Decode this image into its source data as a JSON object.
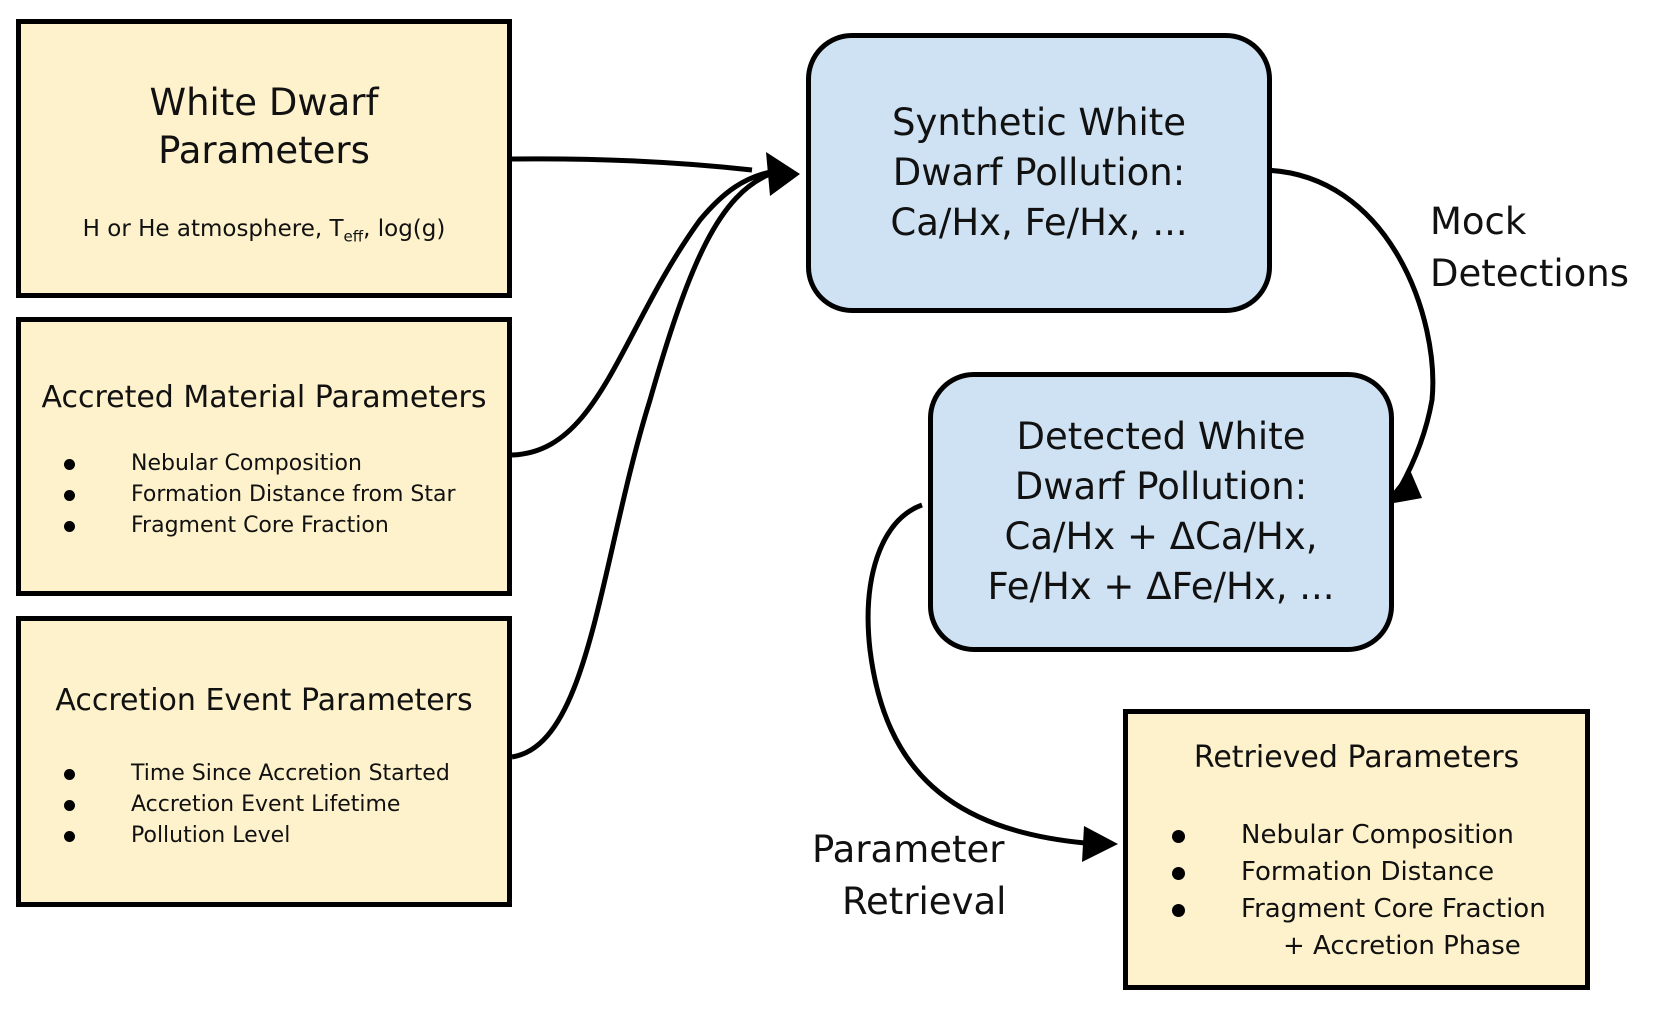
{
  "inputs": {
    "white_dwarf": {
      "title_line1": "White Dwarf",
      "title_line2": "Parameters",
      "subtitle_pre": "H or He atmosphere, T",
      "subtitle_sub": "eff",
      "subtitle_post": ", log(g)"
    },
    "accreted_material": {
      "title": "Accreted Material Parameters",
      "items": [
        "Nebular Composition",
        "Formation Distance from Star",
        "Fragment Core Fraction"
      ]
    },
    "accretion_event": {
      "title": "Accretion Event Parameters",
      "items": [
        "Time Since Accretion Started",
        "Accretion Event Lifetime",
        "Pollution Level"
      ]
    }
  },
  "synthetic": {
    "line1": "Synthetic White",
    "line2": "Dwarf Pollution:",
    "line3": "Ca/Hx, Fe/Hx, ..."
  },
  "detected": {
    "line1": "Detected White",
    "line2": "Dwarf Pollution:",
    "line3": "Ca/Hx + ΔCa/Hx,",
    "line4": "Fe/Hx + ΔFe/Hx, ..."
  },
  "retrieved": {
    "title": "Retrieved Parameters",
    "items": [
      "Nebular Composition",
      "Formation Distance",
      "Fragment Core Fraction"
    ],
    "continuation": "+ Accretion Phase"
  },
  "edges": {
    "mock_line1": "Mock",
    "mock_line2": "Detections",
    "retrieval_line1": "Parameter",
    "retrieval_line2": "Retrieval"
  },
  "colors": {
    "input_fill": "#fef2cc",
    "model_fill": "#cfe2f3",
    "stroke": "#000000"
  }
}
